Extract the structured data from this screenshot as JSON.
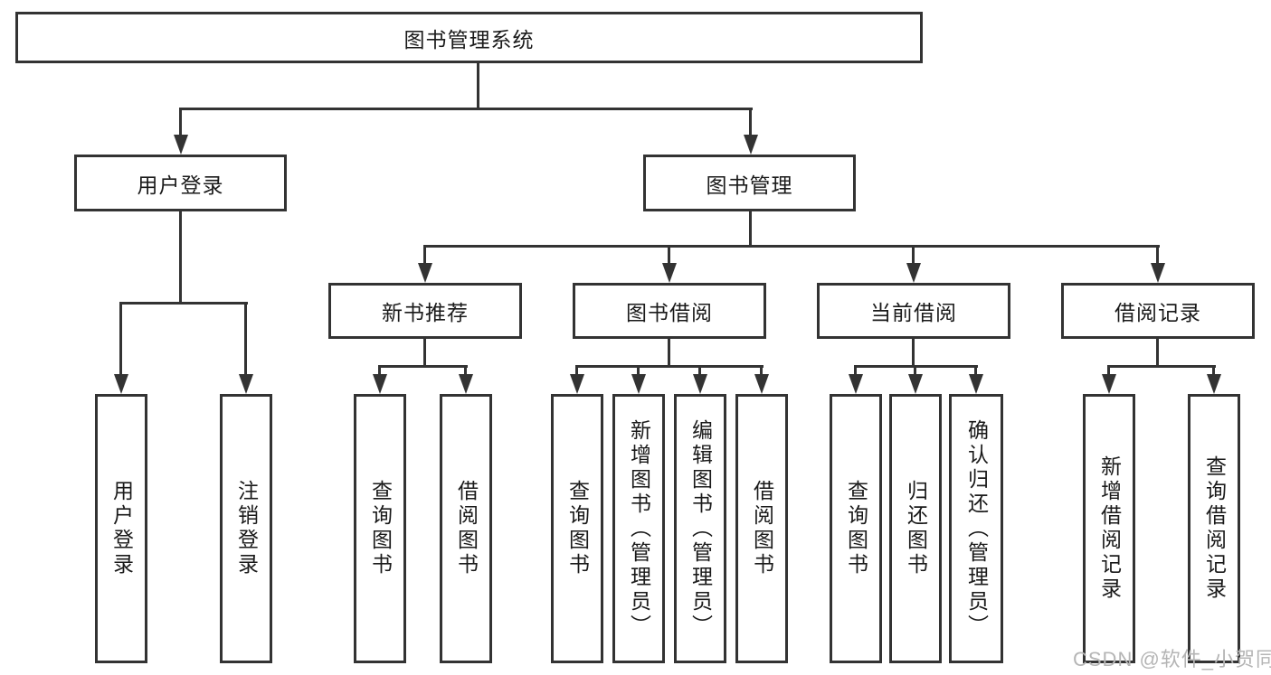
{
  "diagram": {
    "root": {
      "label": "图书管理系统"
    },
    "level1": [
      {
        "label": "用户登录"
      },
      {
        "label": "图书管理"
      }
    ],
    "level2": [
      {
        "label": "新书推荐"
      },
      {
        "label": "图书借阅"
      },
      {
        "label": "当前借阅"
      },
      {
        "label": "借阅记录"
      }
    ],
    "leaves": {
      "user_login": [
        "用户登录",
        "注销登录"
      ],
      "new_book": [
        "查询图书",
        "借阅图书"
      ],
      "book_borrow": [
        "查询图书",
        "新增图书（管理员）",
        "编辑图书（管理员）",
        "借阅图书"
      ],
      "current_borrow": [
        "查询图书",
        "归还图书",
        "确认归还（管理员）"
      ],
      "borrow_record": [
        "新增借阅记录",
        "查询借阅记录"
      ]
    },
    "watermark": "CSDN @软件_小贺同学",
    "colors": {
      "line": "#333333",
      "text": "#1a1a1a",
      "background": "#ffffff",
      "watermark": "#b5b5b5"
    }
  }
}
